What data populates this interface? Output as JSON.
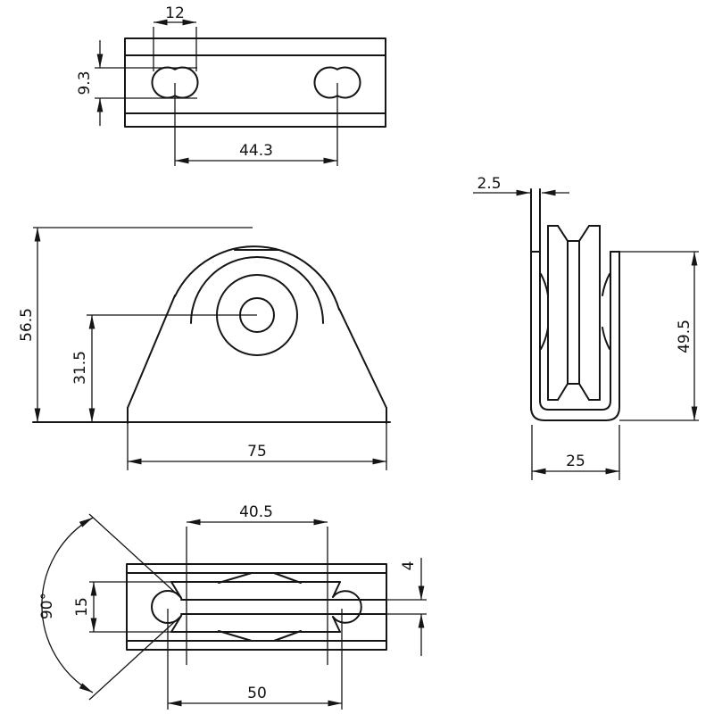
{
  "drawing": {
    "views": {
      "top_view": {
        "dimensions": {
          "hole_width": "12",
          "hole_height": "9.3",
          "hole_center_distance": "44.3"
        }
      },
      "front_view": {
        "dimensions": {
          "overall_height": "56.5",
          "axle_center_height": "31.5",
          "base_width": "75"
        }
      },
      "side_view": {
        "dimensions": {
          "plate_thickness": "2.5",
          "channel_height": "49.5",
          "channel_depth": "25"
        }
      },
      "bottom_view": {
        "dimensions": {
          "slot_straight_length": "40.5",
          "groove_gap": "4",
          "slot_width": "15",
          "slot_end_distance": "50",
          "chamfer_angle": "90°"
        }
      }
    },
    "colors": {
      "line": "#151515",
      "background": "#ffffff"
    }
  }
}
